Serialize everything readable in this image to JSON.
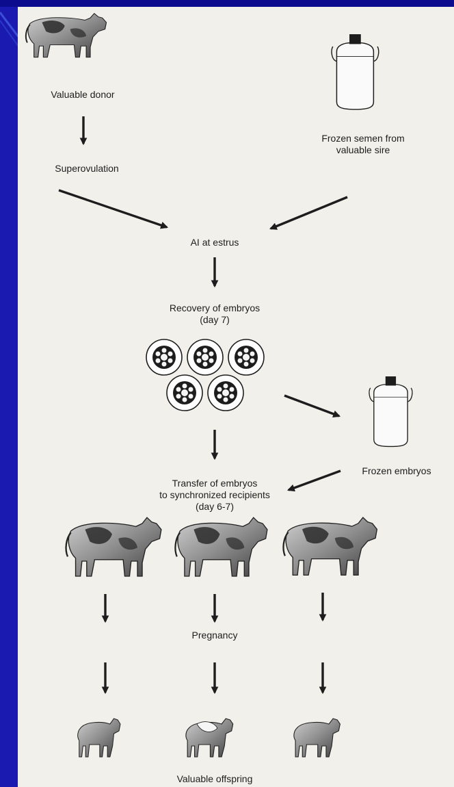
{
  "labels": {
    "donor": "Valuable donor",
    "superovulation": "Superovulation",
    "semen": "Frozen semen from\nvaluable sire",
    "ai": "AI at estrus",
    "recovery": "Recovery of embryos\n(day 7)",
    "frozen_embryos": "Frozen embryos",
    "transfer": "Transfer of embryos\nto synchronized recipients\n(day 6-7)",
    "pregnancy": "Pregnancy",
    "offspring": "Valuable offspring"
  },
  "colors": {
    "ink": "#1d1d1d",
    "paper": "#f1f0ea",
    "slide_background": "#1a1ab0"
  },
  "icons": {
    "donor": "cow-icon",
    "semen": "liquid-nitrogen-tank-icon",
    "embryos": "embryo-icon",
    "recipients": "cow-icon",
    "offspring": "calf-icon"
  }
}
